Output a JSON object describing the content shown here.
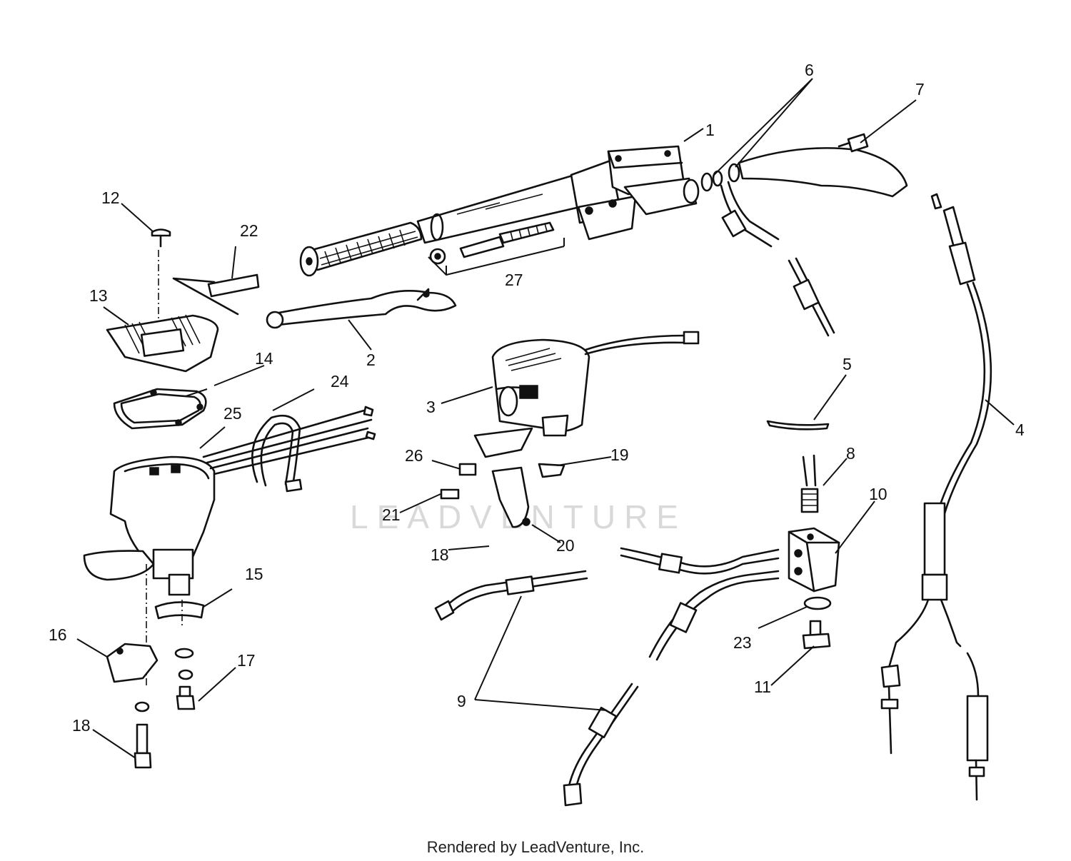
{
  "watermark": "LEADVENTURE",
  "footer": "Rendered by LeadVenture, Inc.",
  "callouts": [
    {
      "id": "1",
      "text": "1"
    },
    {
      "id": "2",
      "text": "2"
    },
    {
      "id": "3",
      "text": "3"
    },
    {
      "id": "4",
      "text": "4"
    },
    {
      "id": "5",
      "text": "5"
    },
    {
      "id": "6",
      "text": "6"
    },
    {
      "id": "7",
      "text": "7"
    },
    {
      "id": "8",
      "text": "8"
    },
    {
      "id": "9",
      "text": "9"
    },
    {
      "id": "10",
      "text": "10"
    },
    {
      "id": "11",
      "text": "11"
    },
    {
      "id": "12",
      "text": "12"
    },
    {
      "id": "13",
      "text": "13"
    },
    {
      "id": "14",
      "text": "14"
    },
    {
      "id": "15",
      "text": "15"
    },
    {
      "id": "16",
      "text": "16"
    },
    {
      "id": "17",
      "text": "17"
    },
    {
      "id": "18a",
      "text": "18"
    },
    {
      "id": "18b",
      "text": "18"
    },
    {
      "id": "19",
      "text": "19"
    },
    {
      "id": "20",
      "text": "20"
    },
    {
      "id": "21",
      "text": "21"
    },
    {
      "id": "22",
      "text": "22"
    },
    {
      "id": "23",
      "text": "23"
    },
    {
      "id": "24",
      "text": "24"
    },
    {
      "id": "25",
      "text": "25"
    },
    {
      "id": "26",
      "text": "26"
    },
    {
      "id": "27",
      "text": "27"
    }
  ]
}
